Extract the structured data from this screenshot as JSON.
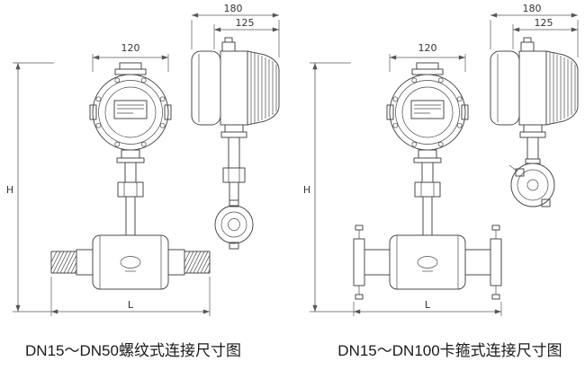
{
  "page": {
    "background": "#ffffff"
  },
  "colors": {
    "line": "#4a4a4a",
    "dimension": "#555555",
    "text": "#1a1a1a"
  },
  "left_drawing": {
    "caption": "DN15～DN50螺纹式连接尺寸图",
    "dimensions": {
      "head_width": "120",
      "transmitter_width": "180",
      "transmitter_body_width": "125",
      "height_label": "H",
      "length_label": "L"
    }
  },
  "right_drawing": {
    "caption": "DN15～DN100卡箍式连接尺寸图",
    "dimensions": {
      "head_width": "120",
      "transmitter_width": "180",
      "transmitter_body_width": "125",
      "height_label": "H",
      "length_label": "L"
    }
  }
}
